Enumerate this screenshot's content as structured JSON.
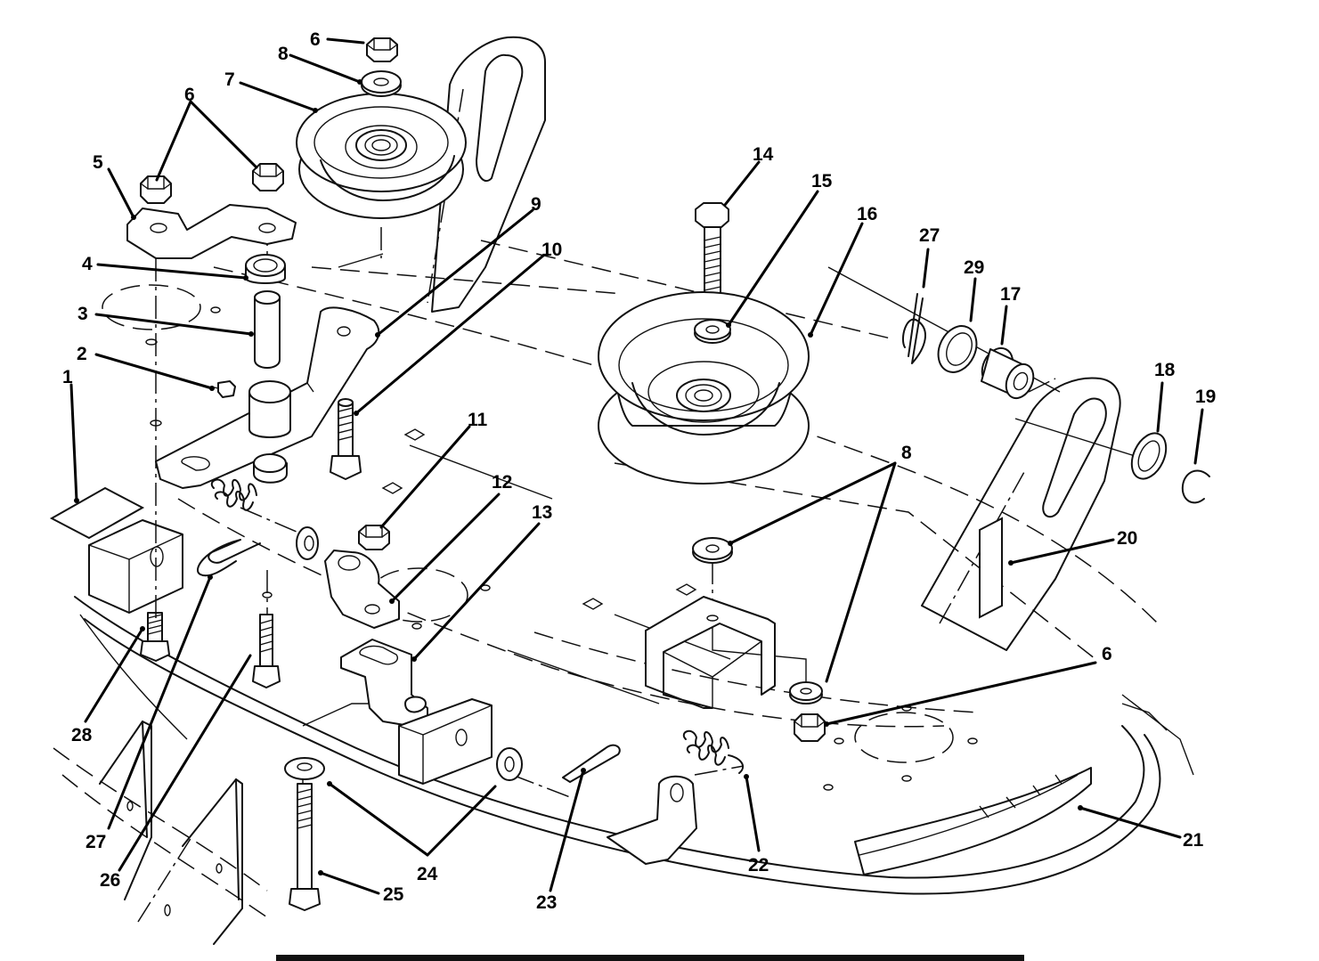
{
  "callouts": [
    {
      "id": "c1",
      "text": "1"
    },
    {
      "id": "c2",
      "text": "2"
    },
    {
      "id": "c3",
      "text": "3"
    },
    {
      "id": "c4",
      "text": "4"
    },
    {
      "id": "c5",
      "text": "5"
    },
    {
      "id": "c6a",
      "text": "6"
    },
    {
      "id": "c6b",
      "text": "6"
    },
    {
      "id": "c6c",
      "text": "6"
    },
    {
      "id": "c7",
      "text": "7"
    },
    {
      "id": "c8a",
      "text": "8"
    },
    {
      "id": "c8b",
      "text": "8"
    },
    {
      "id": "c9",
      "text": "9"
    },
    {
      "id": "c10",
      "text": "10"
    },
    {
      "id": "c11",
      "text": "11"
    },
    {
      "id": "c12",
      "text": "12"
    },
    {
      "id": "c13",
      "text": "13"
    },
    {
      "id": "c14",
      "text": "14"
    },
    {
      "id": "c15",
      "text": "15"
    },
    {
      "id": "c16",
      "text": "16"
    },
    {
      "id": "c17",
      "text": "17"
    },
    {
      "id": "c18",
      "text": "18"
    },
    {
      "id": "c19",
      "text": "19"
    },
    {
      "id": "c20",
      "text": "20"
    },
    {
      "id": "c21",
      "text": "21"
    },
    {
      "id": "c22",
      "text": "22"
    },
    {
      "id": "c23",
      "text": "23"
    },
    {
      "id": "c24",
      "text": "24"
    },
    {
      "id": "c25",
      "text": "25"
    },
    {
      "id": "c26",
      "text": "26"
    },
    {
      "id": "c27a",
      "text": "27"
    },
    {
      "id": "c27b",
      "text": "27"
    },
    {
      "id": "c28",
      "text": "28"
    },
    {
      "id": "c29",
      "text": "29"
    }
  ]
}
